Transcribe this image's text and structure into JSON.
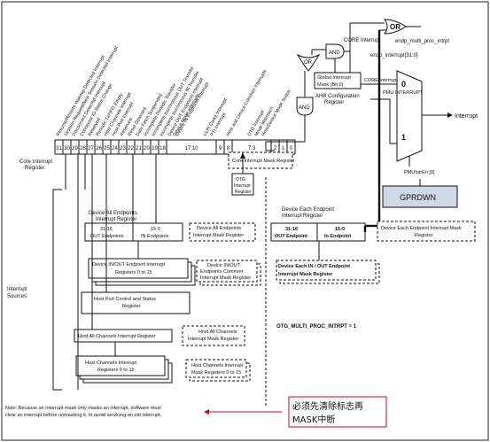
{
  "core_register": {
    "bits": [
      "31",
      "30",
      "29",
      "28",
      "27",
      "26",
      "25",
      "24",
      "23",
      "22",
      "21",
      "20",
      "19",
      "18",
      "17:10",
      "9",
      "8",
      "7:3",
      "2",
      "1",
      "0"
    ],
    "label": "Core Interrupt Register",
    "fields_left": [
      "Resume/Remote Wakeup Detected Interrupt",
      "Session Request/New Session Detected Interrupt",
      "Disconnect Detected Interrupt",
      "Connector ID Status Change",
      "Reserved",
      "Periodic TxFIFO Empty",
      "Host Channels Interrupt",
      "Host Port Interrupt",
      "Reserved",
      "Reset Detected",
      "Data Fetch Suspended",
      "Incomplete Periodic Transfer",
      "Incomplete Isochronous OUT Transfer",
      "Incomplete Isochronous IN Transfer",
      "Device OUT Endpoints Interrupt",
      "Device IN Endpoints Interrupt"
    ],
    "fields_right": [
      "Device Mode Interrupts",
      "ULPI Carkit Interrupt",
      "PTI Interrupt",
      "Host and Device Common Interrupts",
      "OTG Interrupt",
      "Mode Mismatch",
      "Host/Device Mode Status"
    ]
  },
  "top": {
    "or_label": "OR",
    "endp_multi": "endp_multi_proc_intrpt",
    "core_interrupt": "CORE Interrupt",
    "endp_interrupt": "endp_interrupt[31:0]",
    "core_interrupt2": "CORE Interrupt",
    "and_label": "AND",
    "global_mask": "Global Interrupt Mask (Bit 0)",
    "ahb_config": "AHB Configuration Register",
    "mux_0": "0",
    "mux_1": "1",
    "interrupt_out": "Interrupt",
    "pmu_en": "PMUIntrEn [0]",
    "pmu_interrupt": "PMU INTERRUPT",
    "gprdwn": "GPRDWN"
  },
  "masks": {
    "core_mask": "Core Interrupt Mask Register",
    "otg_reg": "OTG Interrupt Register"
  },
  "device": {
    "all_ep_title": "Device All Endpoints Interrupt Register",
    "out_bits": "31:16",
    "out_label": "OUT Endpoints",
    "in_bits": "15:0",
    "in_label": "IN Endpoints",
    "all_ep_mask": "Device All Endpoints Interrupt Mask Register",
    "each_ep_title": "Device Each Endpoint Interrupt Register",
    "each_out_bits": "31:16",
    "each_out_label": "OUT Endpoint",
    "each_in_bits": "15:0",
    "each_in_label": "In Endpoint",
    "each_ep_mask": "Device Each Endpoint Interrupt Mask Register",
    "inout_ep": "Device IN/OUT Endpoint Interrupt Registers 0 to 15",
    "inout_common_mask": "Device IN/OUT Endpoints Common Interrupt Mask Register",
    "each_inout_mask": "Device Each IN / OUT Endpoint Interrupt Mask Register"
  },
  "host": {
    "port_ctrl": "Host Port Control and Status Register",
    "all_ch": "Host All Channels Interrupt Register",
    "all_ch_mask": "Host All Channels Interrupt Mask Register",
    "ch_int": "Host Channels Interrupt Registers 0 to 15",
    "ch_mask": "Host Channels Interrupt Mask Registers 0 to 15"
  },
  "misc": {
    "interrupt_sources": "Interrupt Sources",
    "otg_multi": "OTG_MULTI_PROC_INTRPT = 1",
    "note": "Note: Because an interrupt mask only masks an interrupt, software must clear an interrupt before unmasking it, to avoid servicing an old interrupt.",
    "chinese_note": "必须先清除标志再MASK中断"
  }
}
